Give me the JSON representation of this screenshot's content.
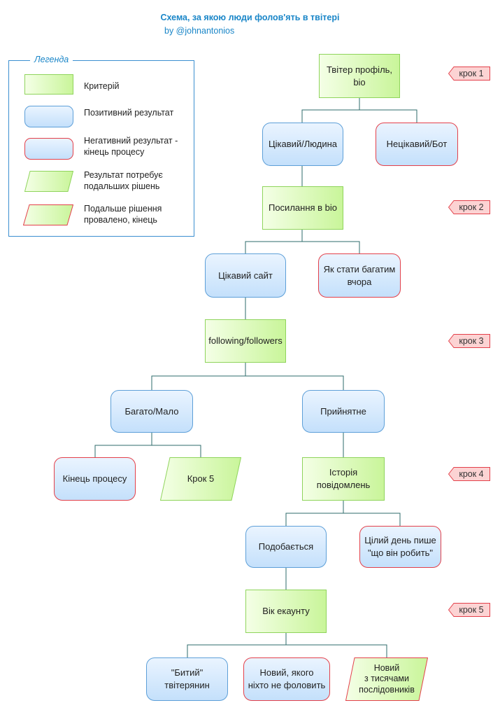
{
  "header": {
    "title": "Схема, за якою люди фолов'ять в твітері",
    "subtitle": "by @johnantonios"
  },
  "legend": {
    "title": "Легенда",
    "items": [
      {
        "kind": "criterion",
        "label": "Критерій"
      },
      {
        "kind": "positive",
        "label": "Позитивний результат"
      },
      {
        "kind": "negative",
        "label": "Негативний результат -\nкінець процесу"
      },
      {
        "kind": "further",
        "label": "Результат потребує\nподальших рішень"
      },
      {
        "kind": "failed",
        "label": "Подальше рішення\nпровалено, кінець"
      }
    ]
  },
  "steps": [
    "крок 1",
    "крок 2",
    "крок 3",
    "крок 4",
    "крок 5"
  ],
  "nodes": {
    "twitter_profile": "Твітер профіль,\nbio",
    "interesting_human": "Цікавий/Людина",
    "boring_bot": "Нецікавий/Бот",
    "link_in_bio": "Посилання в bio",
    "interesting_site": "Цікавий сайт",
    "get_rich": "Як стати багатим\nвчора",
    "following_followers": "following/followers",
    "many_few": "Багато/Мало",
    "acceptable": "Прийнятне",
    "end_of_process": "Кінець процесу",
    "step5": "Крок 5",
    "tweet_history": "Історія\nповідомлень",
    "likes": "Подобається",
    "all_day": "Цілий день пише\n\"що він робить\"",
    "account_age": "Вік екаунту",
    "veteran": "\"Битий\"\nтвітерянин",
    "new_nobody": "Новий, якого\nніхто не фоловить",
    "new_thousands": "Новий\nз тисячами\nпослідовників"
  },
  "colors": {
    "title": "#1a86c8",
    "connector": "#2e6b6b",
    "criterion_border": "#8fd45c",
    "positive_border": "#5d9fd8",
    "negative_border": "#e3404a"
  }
}
